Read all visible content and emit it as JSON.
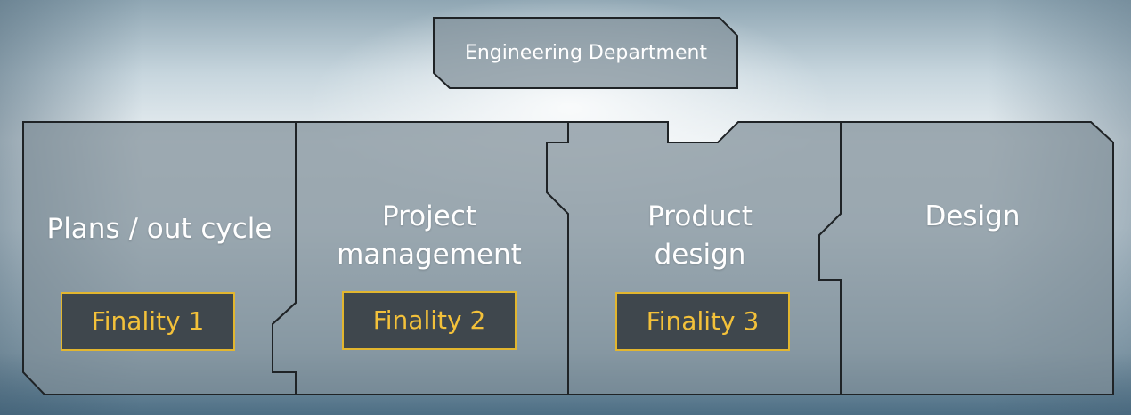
{
  "header": {
    "title": "Engineering Department"
  },
  "columns": [
    {
      "title_lines": [
        "Plans / out cycle"
      ],
      "badge": "Finality 1"
    },
    {
      "title_lines": [
        "Project",
        "management"
      ],
      "badge": "Finality 2"
    },
    {
      "title_lines": [
        "Product",
        "design"
      ],
      "badge": "Finality 3"
    },
    {
      "title_lines": [
        "Design"
      ]
    }
  ],
  "colors": {
    "panel_fill": "#8f9da5",
    "panel_stroke": "#1f2326",
    "badge_fill": "#3f474d",
    "badge_border": "#e2b62f",
    "badge_text": "#f3c13a",
    "label_text": "#ffffff"
  }
}
